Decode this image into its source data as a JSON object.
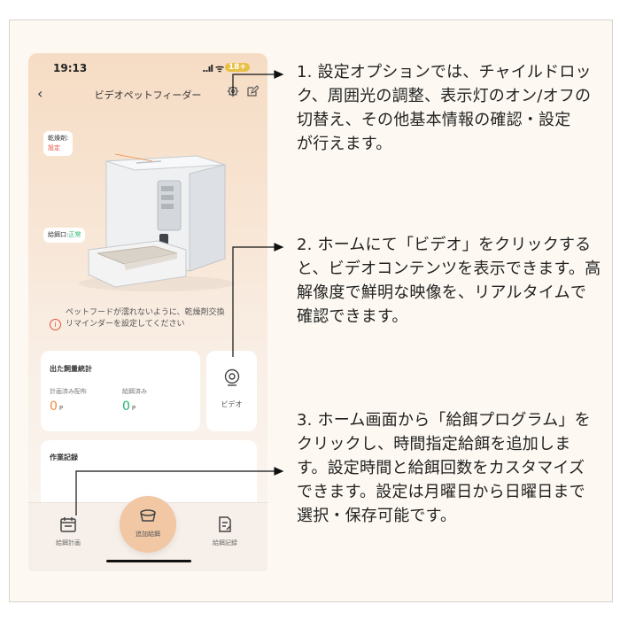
{
  "phone": {
    "status": {
      "time": "19:13",
      "signal": "..ıl ᯤ",
      "battery": "18+"
    },
    "nav": {
      "title": "ビデオペットフィーダー"
    },
    "tags": {
      "desiccant_label": "乾燥剤:",
      "desiccant_value": "設定",
      "outlet_label": "給餌口:",
      "outlet_value": "正常"
    },
    "hint_line1": "ペットフードが濡れないように、乾燥剤交換",
    "hint_line2": "リマインダーを設定してください",
    "stats": {
      "heading": "出た飼量統計",
      "planned_label": "計画済み配布",
      "planned_value": "0",
      "fed_label": "給餌済み",
      "fed_value": "0",
      "unit": "P"
    },
    "video_label": "ビデオ",
    "log_heading": "作業記録",
    "tabs": {
      "plan": "給餌計画",
      "add": "追加給餌",
      "record": "給餌記録"
    }
  },
  "annotations": {
    "a1": [
      "1. 設定オプションでは、チャイルドロッ",
      "ク、周囲光の調整、表示灯のオン/オフの",
      "切替え、その他基本情報の確認・設定",
      "が行えます。"
    ],
    "a2": [
      "2. ホームにて「ビデオ」をクリックする",
      "と、ビデオコンテンツを表示できます。高",
      "解像度で鮮明な映像を、リアルタイムで",
      "確認できます。"
    ],
    "a3": [
      "3. ホーム画面から「給餌プログラム」を",
      "クリックし、時間指定給餌を追加しま",
      "す。設定時間と給餌回数をカスタマイズ",
      "できます。設定は月曜日から日曜日まで",
      "選択・保存可能です。"
    ]
  },
  "colors": {
    "orange": "#f08a3c",
    "green": "#23b26d",
    "red": "#e0533e",
    "fab": "#f1c7a4"
  }
}
